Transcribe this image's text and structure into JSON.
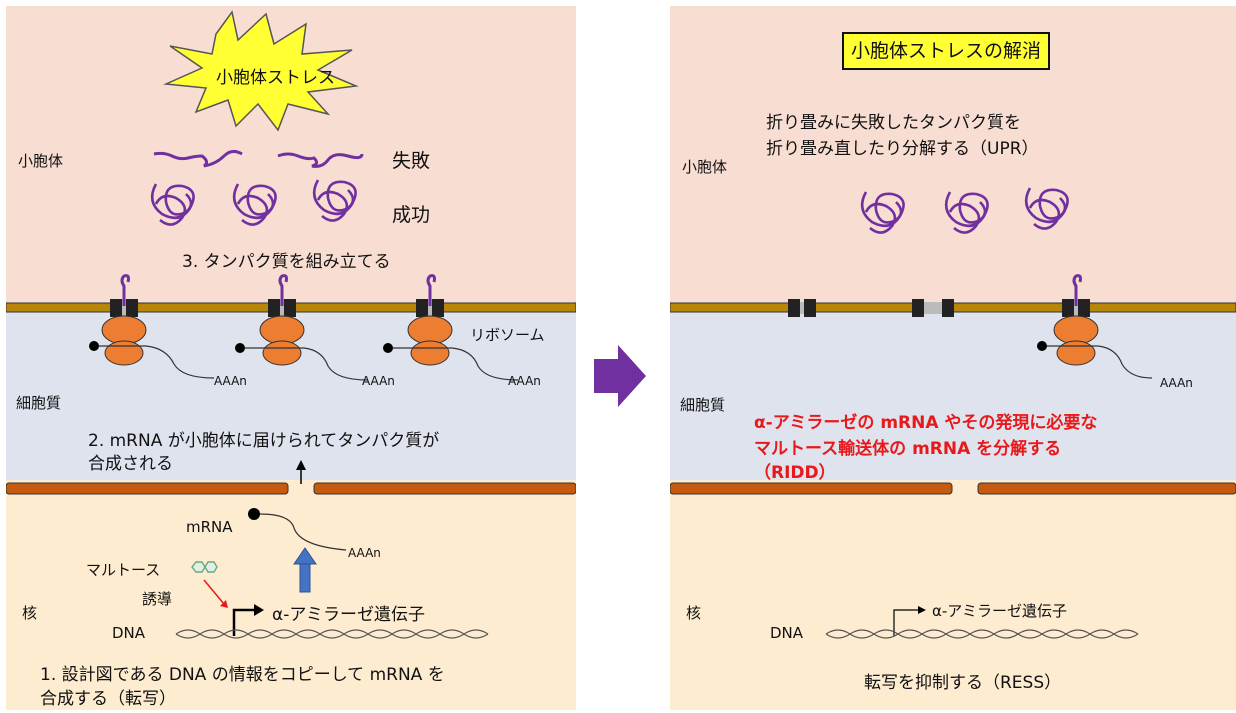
{
  "left": {
    "stress_label": "小胞体ストレス",
    "er_label": "小胞体",
    "fail_label": "失敗",
    "success_label": "成功",
    "step3": "3. タンパク質を組み立てる",
    "ribosome_label": "リボソーム",
    "polya": "AAAn",
    "cytoplasm_label": "細胞質",
    "step2_line1": "2. mRNA が小胞体に届けられてタンパク質が",
    "step2_line2": "合成される",
    "mrna_label": "mRNA",
    "maltose_label": "マルトース",
    "induction_label": "誘導",
    "nucleus_label": "核",
    "gene_label": "α-アミラーゼ遺伝子",
    "dna_label": "DNA",
    "step1_line1": "1. 設計図である DNA の情報をコピーして mRNA を",
    "step1_line2": "合成する（転写）"
  },
  "right": {
    "banner": "小胞体ストレスの解消",
    "upr_line1": "折り畳みに失敗したタンパク質を",
    "upr_line2": "折り畳み直したり分解する（UPR）",
    "er_label": "小胞体",
    "polya": "AAAn",
    "cytoplasm_label": "細胞質",
    "ridd_line1": "α-アミラーゼの mRNA やその発現に必要な",
    "ridd_line2": "マルトース輸送体の mRNA を分解する",
    "ridd_line3": "（RIDD）",
    "nucleus_label": "核",
    "gene_label": "α-アミラーゼ遺伝子",
    "dna_label": "DNA",
    "ress": "転写を抑制する（RESS）"
  },
  "colors": {
    "er_bg": "#f8ddd2",
    "cytoplasm_bg": "#dfe3ee",
    "nucleus_bg": "#fdecd0",
    "membrane": "#b8860b",
    "ribosome": "#ed7d31",
    "protein": "#7030a0",
    "nuclear_envelope": "#c55a11",
    "arrow": "#7030a0",
    "highlight_red": "#e8191b",
    "banner_yellow": "#ffff33"
  }
}
